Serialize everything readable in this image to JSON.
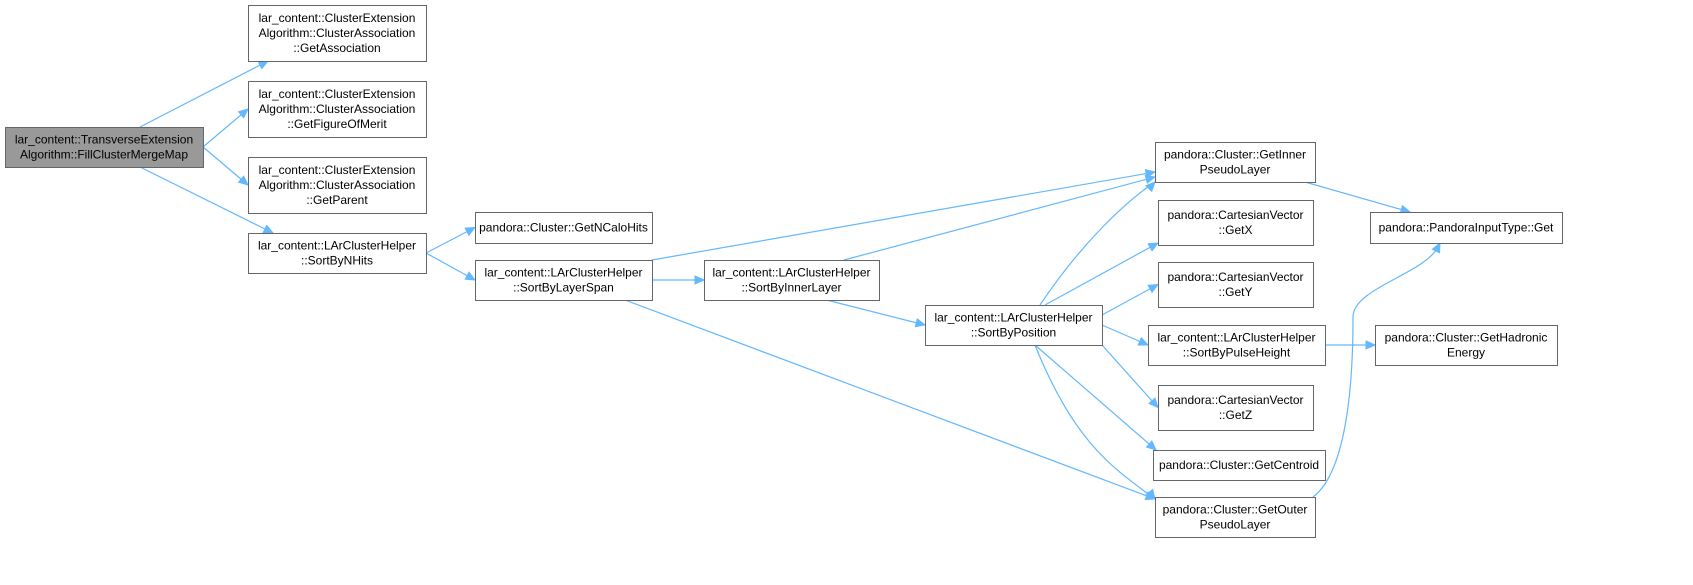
{
  "colors": {
    "root_fill": "#999999",
    "node_border": "#666666",
    "edge": "#63b8ff"
  },
  "nodes": [
    {
      "id": "root",
      "lines": [
        "lar_content::TransverseExtension",
        "Algorithm::FillClusterMergeMap"
      ],
      "root": true
    },
    {
      "id": "getassoc",
      "lines": [
        "lar_content::ClusterExtension",
        "Algorithm::ClusterAssociation",
        "::GetAssociation"
      ]
    },
    {
      "id": "getfom",
      "lines": [
        "lar_content::ClusterExtension",
        "Algorithm::ClusterAssociation",
        "::GetFigureOfMerit"
      ]
    },
    {
      "id": "getparent",
      "lines": [
        "lar_content::ClusterExtension",
        "Algorithm::ClusterAssociation",
        "::GetParent"
      ]
    },
    {
      "id": "sortbynhits",
      "lines": [
        "lar_content::LArClusterHelper",
        "::SortByNHits"
      ]
    },
    {
      "id": "getncalohits",
      "lines": [
        "pandora::Cluster::GetNCaloHits"
      ]
    },
    {
      "id": "sortbylayerspan",
      "lines": [
        "lar_content::LArClusterHelper",
        "::SortByLayerSpan"
      ]
    },
    {
      "id": "sortbyinnerlayer",
      "lines": [
        "lar_content::LArClusterHelper",
        "::SortByInnerLayer"
      ]
    },
    {
      "id": "sortbyposition",
      "lines": [
        "lar_content::LArClusterHelper",
        "::SortByPosition"
      ]
    },
    {
      "id": "getinnerpseudolayer",
      "lines": [
        "pandora::Cluster::GetInner",
        "PseudoLayer"
      ]
    },
    {
      "id": "getx",
      "lines": [
        "pandora::CartesianVector",
        "::GetX"
      ]
    },
    {
      "id": "gety",
      "lines": [
        "pandora::CartesianVector",
        "::GetY"
      ]
    },
    {
      "id": "sortbypulseheight",
      "lines": [
        "lar_content::LArClusterHelper",
        "::SortByPulseHeight"
      ]
    },
    {
      "id": "getz",
      "lines": [
        "pandora::CartesianVector",
        "::GetZ"
      ]
    },
    {
      "id": "getcentroid",
      "lines": [
        "pandora::Cluster::GetCentroid"
      ]
    },
    {
      "id": "getouterpseudolayer",
      "lines": [
        "pandora::Cluster::GetOuter",
        "PseudoLayer"
      ]
    },
    {
      "id": "pandorainputtypeget",
      "lines": [
        "pandora::PandoraInputType::Get"
      ]
    },
    {
      "id": "gethadronicenergy",
      "lines": [
        "pandora::Cluster::GetHadronic",
        "Energy"
      ]
    }
  ],
  "edges": [
    [
      "root",
      "getassoc"
    ],
    [
      "root",
      "getfom"
    ],
    [
      "root",
      "getparent"
    ],
    [
      "root",
      "sortbynhits"
    ],
    [
      "sortbynhits",
      "getncalohits"
    ],
    [
      "sortbynhits",
      "sortbylayerspan"
    ],
    [
      "sortbylayerspan",
      "sortbyinnerlayer"
    ],
    [
      "sortbylayerspan",
      "getinnerpseudolayer"
    ],
    [
      "sortbylayerspan",
      "getouterpseudolayer"
    ],
    [
      "sortbyinnerlayer",
      "sortbyposition"
    ],
    [
      "sortbyinnerlayer",
      "getinnerpseudolayer"
    ],
    [
      "sortbyposition",
      "getinnerpseudolayer"
    ],
    [
      "sortbyposition",
      "getx"
    ],
    [
      "sortbyposition",
      "gety"
    ],
    [
      "sortbyposition",
      "sortbypulseheight"
    ],
    [
      "sortbyposition",
      "getz"
    ],
    [
      "sortbyposition",
      "getcentroid"
    ],
    [
      "sortbyposition",
      "getouterpseudolayer"
    ],
    [
      "sortbypulseheight",
      "gethadronicenergy"
    ],
    [
      "getinnerpseudolayer",
      "pandorainputtypeget"
    ],
    [
      "getouterpseudolayer",
      "pandorainputtypeget"
    ]
  ]
}
